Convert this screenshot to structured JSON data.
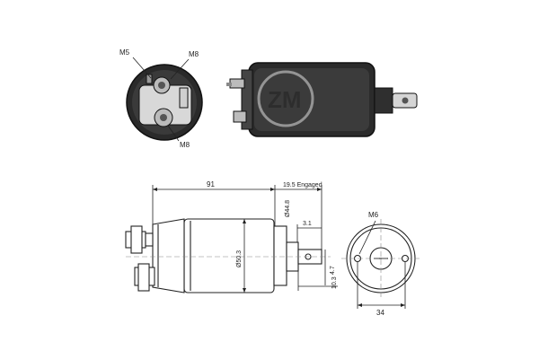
{
  "top_left_view": {
    "callouts": {
      "terminal_small": "M5",
      "terminal_top": "M8",
      "terminal_bottom": "M8"
    }
  },
  "drawing": {
    "dims": {
      "overall_length": "91",
      "engaged": "19.5 Engaged",
      "body_diameter": "Ø50.3",
      "nose_diameter": "Ø44.8",
      "plunger_offset": "3.1",
      "slot_width": "4.7",
      "plunger_len": "10.3",
      "front_width": "34",
      "thread": "M6"
    }
  },
  "watermark": "ZM"
}
